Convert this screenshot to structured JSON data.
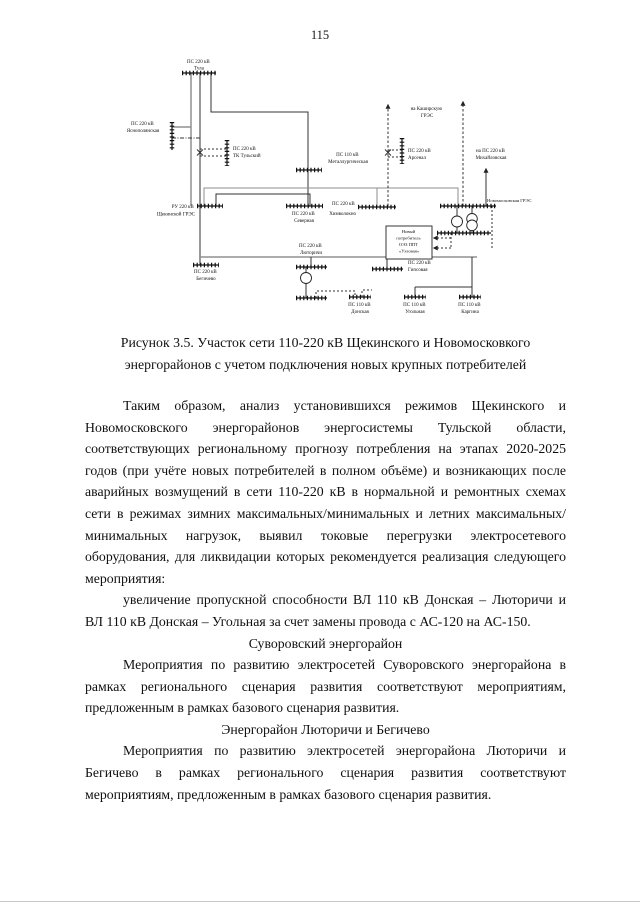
{
  "page_number": "115",
  "figure_caption": "Рисунок 3.5. Участок сети 110-220 кВ Щекинского и Новомосковкого энергорайонов с учетом подключения новых крупных потребителей",
  "paragraphs": {
    "p1": "Таким образом, анализ установившихся режимов Щекинского и Новомосковского энергорайонов энергосистемы Тульской области, соответствующих региональному прогнозу потребления на этапах 2020-2025 годов (при учёте новых потребителей в полном объёме) и возникающих после аварийных возмущений в сети 110-220 кВ в нормальной и ремонтных схемах сети в режимах зимних максимальных/минимальных и летних максимальных/минимальных нагрузок, выявил токовые перегрузки электросетевого оборудования, для ликвидации которых рекомендуется реализация следующего мероприятия:",
    "p2": "увеличение пропускной способности ВЛ 110 кВ Донская – Люторичи и ВЛ 110 кВ Донская – Угольная за счет замены провода с АС-120 на АС-150."
  },
  "sections": [
    {
      "heading": "Суворовский энергорайон",
      "text": "Мероприятия по развитию электросетей Суворовского энергорайона в рамках регионального сценария развития соответствуют мероприятиям, предложенным в рамках базового сценария развития."
    },
    {
      "heading": "Энергорайон Люторичи и Бегичево",
      "text": "Мероприятия по развитию электросетей энергорайона Люторичи и Бегичево в рамках регионального сценария развития соответствуют мероприятиям, предложенным в рамках базового сценария развития."
    }
  ],
  "diagram": {
    "colors": {
      "line": "#333333",
      "gray_line": "#909090",
      "bus": "#111111"
    },
    "labels": {
      "tula": {
        "l1": "ПС 220 кВ",
        "l2": "Тула"
      },
      "yasno": {
        "l1": "ПС 220 кВ",
        "l2": "Яснополянская"
      },
      "tk": {
        "l1": "ПС 220 кВ",
        "l2": "ТК Тульский"
      },
      "metal": {
        "l1": "ПС 110 кВ",
        "l2": "Металлургическая"
      },
      "kashir": {
        "l1": "на Каширскую",
        "l2": "ГРЭС"
      },
      "arsenal": {
        "l1": "ПС 220 кВ",
        "l2": "Арсенал"
      },
      "mikhail": {
        "l1": "на ПС 220 кВ",
        "l2": "Михайловская"
      },
      "schgres": {
        "l1": "РУ 220 кВ",
        "l2": "Щекинской ГРЭС"
      },
      "severnaya": {
        "l1": "ПС 220 кВ",
        "l2": "Северная"
      },
      "khim": {
        "l1": "ПС 220 кВ",
        "l2": "Химволокно"
      },
      "ngres": {
        "l1": "Новомосковская ГРЭС"
      },
      "gips": {
        "l1": "ПС 220 кВ",
        "l2": "Гипсовая"
      },
      "begich": {
        "l1": "ПС 220 кВ",
        "l2": "Бегичево"
      },
      "lyut": {
        "l1": "ПС 220 кВ",
        "l2": "Люторичи"
      },
      "don": {
        "l1": "ПС 110 кВ",
        "l2": "Донская"
      },
      "ugol": {
        "l1": "ПС 110 кВ",
        "l2": "Угольная"
      },
      "karg": {
        "l1": "ПС 110 кВ",
        "l2": "Каргина"
      },
      "new_consumer_box": {
        "l1": "Новый",
        "l2": "потребитель",
        "l3": "ОЭЗ ППТ",
        "l4": "«Узловая»"
      }
    }
  }
}
